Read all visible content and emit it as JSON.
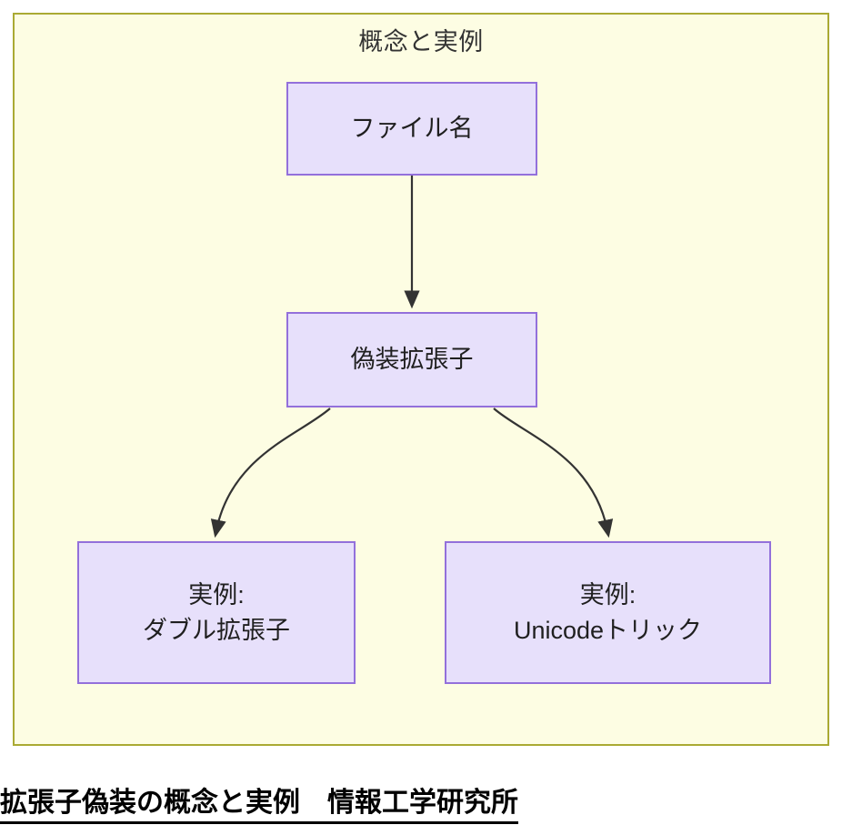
{
  "diagram": {
    "title": "概念と実例",
    "frame": {
      "background_color": "#fdfde3",
      "border_color": "#aaaa33"
    },
    "node_style": {
      "fill_color": "#e7e0fb",
      "stroke_color": "#9370db",
      "text_color": "#1f1f1f"
    },
    "edge_style": {
      "stroke_color": "#333333"
    },
    "nodes": [
      {
        "id": "filename",
        "lines": [
          "ファイル名"
        ]
      },
      {
        "id": "fake-ext",
        "lines": [
          "偽装拡張子"
        ]
      },
      {
        "id": "double-ext",
        "lines": [
          "実例:",
          "ダブル拡張子"
        ]
      },
      {
        "id": "unicode",
        "lines": [
          "実例:",
          "Unicodeトリック"
        ]
      }
    ],
    "edges": [
      {
        "from": "filename",
        "to": "fake-ext"
      },
      {
        "from": "fake-ext",
        "to": "double-ext"
      },
      {
        "from": "fake-ext",
        "to": "unicode"
      }
    ]
  },
  "caption": {
    "text": "拡張子偽装の概念と実例　情報工学研究所"
  }
}
